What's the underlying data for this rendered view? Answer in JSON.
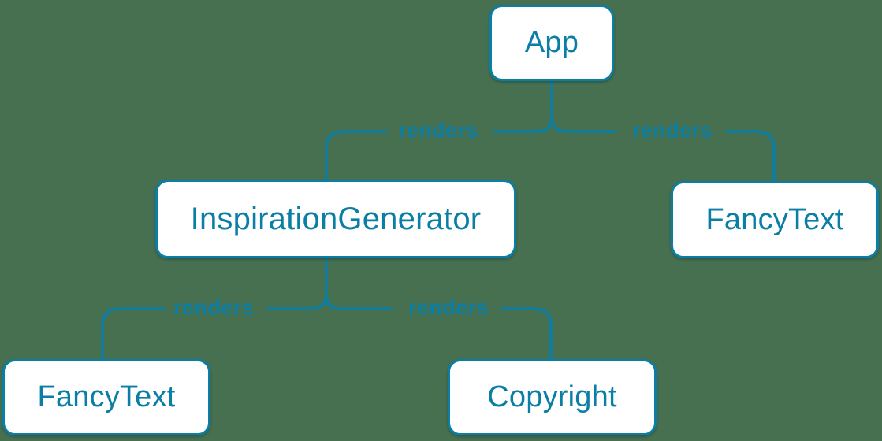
{
  "colors": {
    "background": "#477050",
    "accent": "#0a7ea4",
    "node_fill": "#ffffff"
  },
  "nodes": [
    {
      "id": "app",
      "label": "App"
    },
    {
      "id": "inspiration-generator",
      "label": "InspirationGenerator"
    },
    {
      "id": "fancy-text-top",
      "label": "FancyText"
    },
    {
      "id": "fancy-text-bottom",
      "label": "FancyText"
    },
    {
      "id": "copyright",
      "label": "Copyright"
    }
  ],
  "edges": [
    {
      "from": "App",
      "to": "InspirationGenerator",
      "label": "renders"
    },
    {
      "from": "App",
      "to": "FancyText",
      "label": "renders"
    },
    {
      "from": "InspirationGenerator",
      "to": "FancyText",
      "label": "renders"
    },
    {
      "from": "InspirationGenerator",
      "to": "Copyright",
      "label": "renders"
    }
  ]
}
